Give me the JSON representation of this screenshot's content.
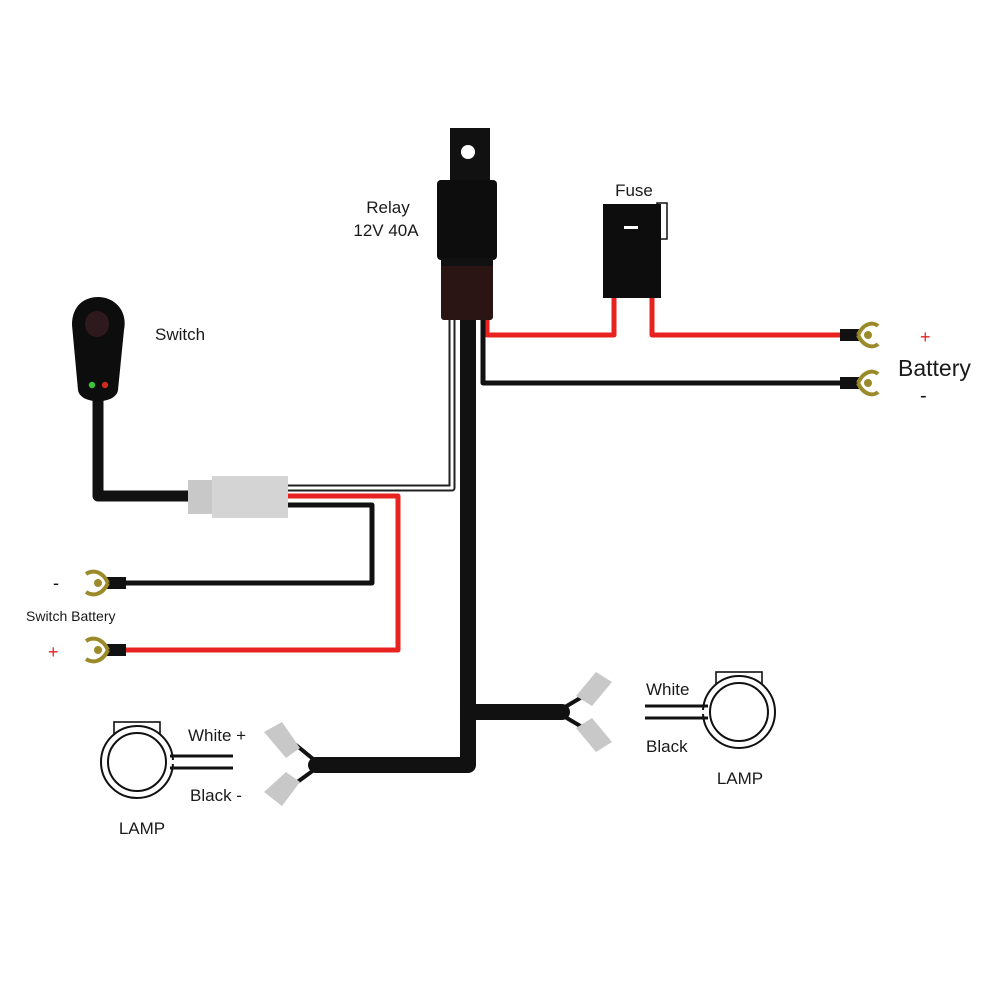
{
  "labels": {
    "relay_line1": "Relay",
    "relay_line2": "12V 40A",
    "fuse": "Fuse",
    "switch": "Switch",
    "battery": "Battery",
    "battery_plus": "+",
    "battery_minus": "-",
    "switch_battery": "Switch Battery",
    "switch_battery_plus": "+",
    "switch_battery_minus": "-",
    "lamp_left": "LAMP",
    "lamp_right": "LAMP",
    "white_plus_left": "White +",
    "black_minus_left": "Black -",
    "white_right": "White",
    "black_right": "Black"
  },
  "colors": {
    "wire_red": "#e8231f",
    "wire_black": "#111111",
    "plug": "#d4d4d4",
    "terminal": "#9a8a2a",
    "terminal_sleeve": "#111111",
    "plus_sign": "#e8231f",
    "led_green": "#3ec23e",
    "led_red": "#d02a1c"
  },
  "icons": {
    "relay": "relay-icon",
    "fuse": "fuse-icon",
    "switch": "rocker-switch-icon",
    "lamp": "lamp-icon",
    "ring_terminal": "fork-terminal-icon",
    "spade_connector": "spade-connector-icon"
  }
}
